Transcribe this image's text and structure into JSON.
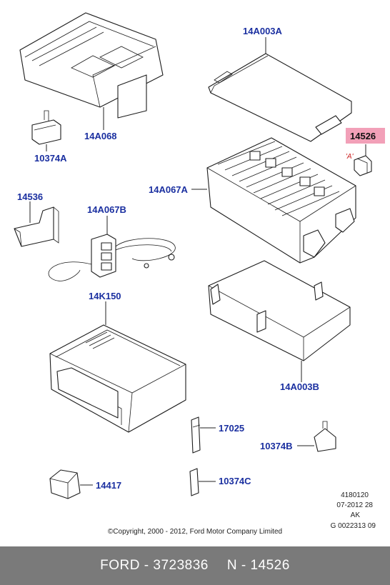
{
  "parts": [
    {
      "id": "p1",
      "label": "14A003A"
    },
    {
      "id": "p2",
      "label": "14A068"
    },
    {
      "id": "p3",
      "label": "10374A"
    },
    {
      "id": "p4",
      "label": "14526",
      "highlight_color": "#f2a0b8"
    },
    {
      "id": "p5",
      "label": "'A'",
      "color": "#cc2222"
    },
    {
      "id": "p6",
      "label": "14A067A"
    },
    {
      "id": "p7",
      "label": "14536"
    },
    {
      "id": "p8",
      "label": "14A067B"
    },
    {
      "id": "p9",
      "label": "14K150"
    },
    {
      "id": "p10",
      "label": "14A003B"
    },
    {
      "id": "p11",
      "label": "17025"
    },
    {
      "id": "p12",
      "label": "10374B"
    },
    {
      "id": "p13",
      "label": "10374C"
    },
    {
      "id": "p14",
      "label": "14417"
    }
  ],
  "reference": [
    "4180120",
    "07-2012 28",
    "AK",
    "G 0022313 09"
  ],
  "copyright": "©Copyright, 2000 - 2012, Ford Motor Company Limited",
  "footer": {
    "brand": "FORD - 3723836",
    "number": "N - 14526"
  }
}
